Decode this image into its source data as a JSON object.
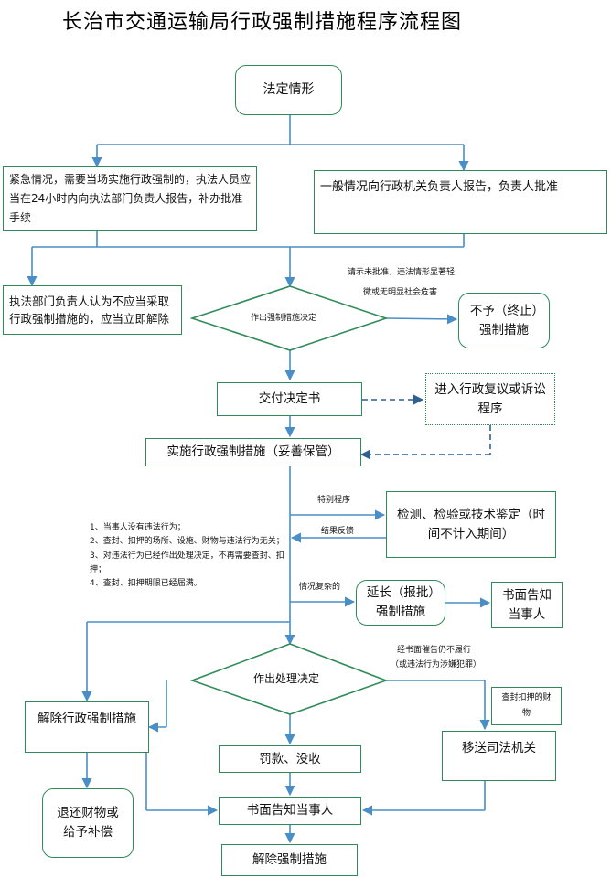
{
  "title": "长治市交通运输局行政强制措施程序流程图",
  "nodes": {
    "legal": "法定情形",
    "emergency": "紧急情况，需要当场实施行政强制的，执法人员应当在24小时内向执法部门负责人报告，补办批准手续",
    "general": "一般情况向行政机关负责人报告，负责人批准",
    "release_immediate": "执法部门负责人认为不应当采取行政强制措施的，应当立即解除",
    "decide_measure": "作出强制措施决定",
    "no_measure": "不予（终止）强制措施",
    "deliver": "交付决定书",
    "review": "进入行政复议或诉讼程序",
    "implement": "实施行政强制措施（妥善保管）",
    "inspect": "检测、检验或技术鉴定（时间不计入期间）",
    "extend": "延长（报批）强制措施",
    "notify1": "书面告知当事人",
    "decide_handle": "作出处理决定",
    "lift": "解除行政强制措施",
    "fine": "罚款、没收",
    "transfer": "移送司法机关",
    "seized": "查封扣押的财物",
    "refund": "退还财物或给予补偿",
    "notify2": "书面告知当事人",
    "lift_final": "解除强制措施"
  },
  "labels": {
    "not_approved_1": "请示未批准，违法情形显著轻",
    "not_approved_2": "微或无明显社会危害",
    "special": "特别程序",
    "feedback": "结果反馈",
    "complex": "情况复杂的",
    "unfulfilled_1": "经书面催告仍不履行",
    "unfulfilled_2": "（或违法行为涉嫌犯罪）",
    "conditions": [
      "1、当事人没有违法行为；",
      "2、查封、扣押的场所、设施、财物与违法行为无关；",
      "3、对违法行为已经作出处理决定，不再需要查封、扣押；",
      "4、查封、扣押期限已经届满。"
    ]
  },
  "colors": {
    "box_border": "#2e8b57",
    "arrow": "#4a8ec7",
    "dashed_arrow": "#2e5f8f"
  }
}
